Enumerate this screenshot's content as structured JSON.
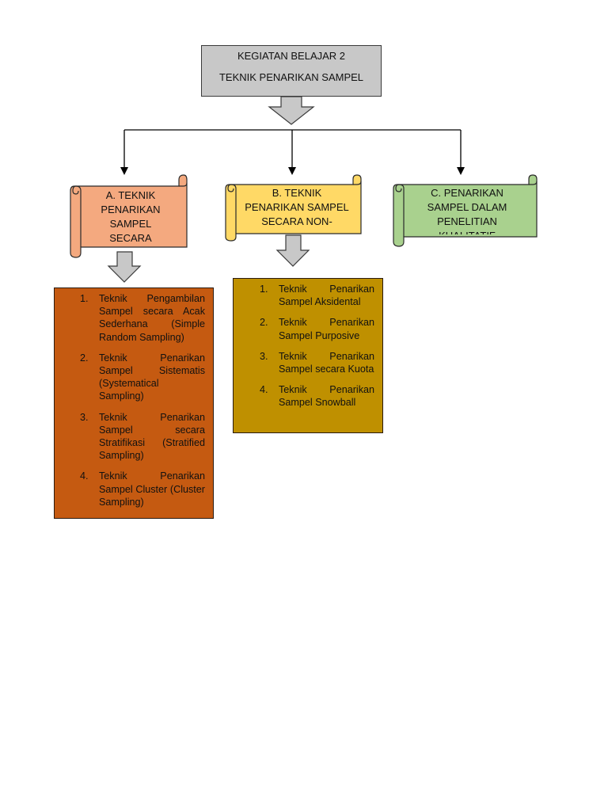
{
  "title": {
    "line1": "KEGIATAN BELAJAR 2",
    "line2": "TEKNIK PENARIKAN SAMPEL"
  },
  "branches": [
    {
      "label": "A. TEKNIK\nPENARIKAN\nSAMPEL\nSECARA",
      "fill": "#f4a97f",
      "items": [
        {
          "num": "1.",
          "text": "Teknik Pengambilan Sampel secara Acak Sederhana (Simple Random Sampling)"
        },
        {
          "num": "2.",
          "text": "Teknik Penarikan Sampel Sistematis (Systematical Sampling)"
        },
        {
          "num": "3.",
          "text": "Teknik Penarikan Sampel secara Stratifikasi (Stratified Sampling)"
        },
        {
          "num": "4.",
          "text": "Teknik Penarikan Sampel Cluster (Cluster Sampling)"
        }
      ],
      "list_fill": "#c55a11"
    },
    {
      "label": "B. TEKNIK\nPENARIKAN SAMPEL\nSECARA NON-",
      "fill": "#ffd966",
      "items": [
        {
          "num": "1.",
          "text": "Teknik Penarikan Sampel Aksidental"
        },
        {
          "num": "2.",
          "text": "Teknik Penarikan Sampel Purposive"
        },
        {
          "num": "3.",
          "text": "Teknik Penarikan Sampel secara Kuota"
        },
        {
          "num": "4.",
          "text": "Teknik Penarikan Sampel Snowball"
        }
      ],
      "list_fill": "#bf9000"
    },
    {
      "label": "C. PENARIKAN\nSAMPEL DALAM\nPENELITIAN\nKUALITATIF",
      "fill": "#a9d18e"
    }
  ],
  "colors": {
    "title_fill": "#c8c8c8",
    "arrow_fill": "#c8c8c8",
    "line": "#000000"
  }
}
